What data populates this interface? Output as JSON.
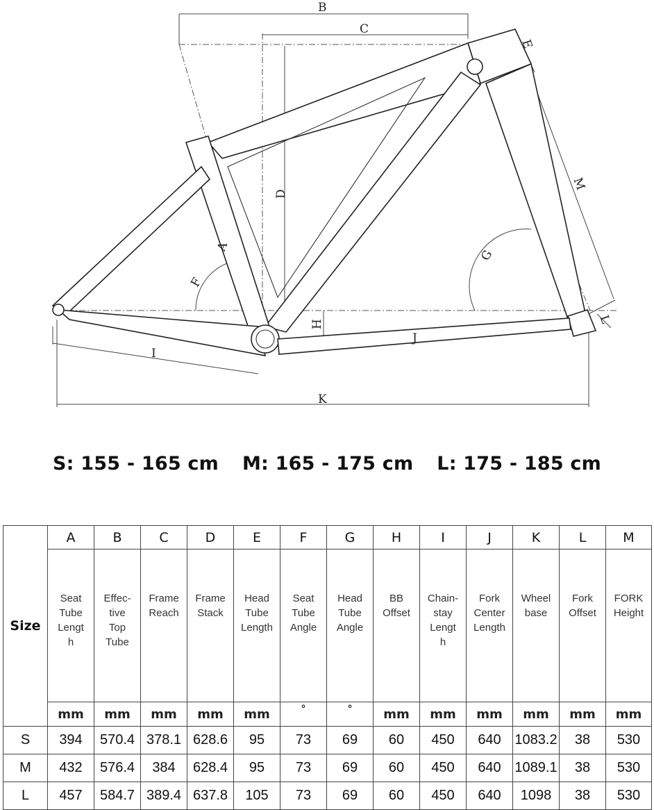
{
  "diagram": {
    "labels": [
      "A",
      "B",
      "C",
      "D",
      "E",
      "F",
      "G",
      "H",
      "I",
      "J",
      "K",
      "L",
      "M"
    ]
  },
  "sizes": {
    "s": "S: 155 - 165 cm",
    "m": "M: 165 - 175 cm",
    "l": "L: 175 - 185 cm"
  },
  "table": {
    "size_header": "Size",
    "columns": [
      {
        "letter": "A",
        "name": "Seat\nTube\nLengt\nh",
        "unit": "mm"
      },
      {
        "letter": "B",
        "name": "Effec-\ntive\nTop\nTube",
        "unit": "mm"
      },
      {
        "letter": "C",
        "name": "Frame\nReach",
        "unit": "mm"
      },
      {
        "letter": "D",
        "name": "Frame\nStack",
        "unit": "mm"
      },
      {
        "letter": "E",
        "name": "Head\nTube\nLength",
        "unit": "mm"
      },
      {
        "letter": "F",
        "name": "Seat\nTube\nAngle",
        "unit": "°"
      },
      {
        "letter": "G",
        "name": "Head\nTube\nAngle",
        "unit": "°"
      },
      {
        "letter": "H",
        "name": "BB\nOffset",
        "unit": "mm"
      },
      {
        "letter": "I",
        "name": "Chain-\nstay\nLengt\nh",
        "unit": "mm"
      },
      {
        "letter": "J",
        "name": "Fork\nCenter\nLength",
        "unit": "mm"
      },
      {
        "letter": "K",
        "name": "Wheel\nbase",
        "unit": "mm"
      },
      {
        "letter": "L",
        "name": "Fork\nOffset",
        "unit": "mm"
      },
      {
        "letter": "M",
        "name": "FORK\nHeight",
        "unit": "mm"
      }
    ],
    "rows": [
      {
        "size": "S",
        "values": [
          "394",
          "570.4",
          "378.1",
          "628.6",
          "95",
          "73",
          "69",
          "60",
          "450",
          "640",
          "1083.2",
          "38",
          "530"
        ]
      },
      {
        "size": "M",
        "values": [
          "432",
          "576.4",
          "384",
          "628.4",
          "95",
          "73",
          "69",
          "60",
          "450",
          "640",
          "1089.1",
          "38",
          "530"
        ]
      },
      {
        "size": "L",
        "values": [
          "457",
          "584.7",
          "389.4",
          "637.8",
          "105",
          "73",
          "69",
          "60",
          "450",
          "640",
          "1098",
          "38",
          "530"
        ]
      }
    ]
  }
}
